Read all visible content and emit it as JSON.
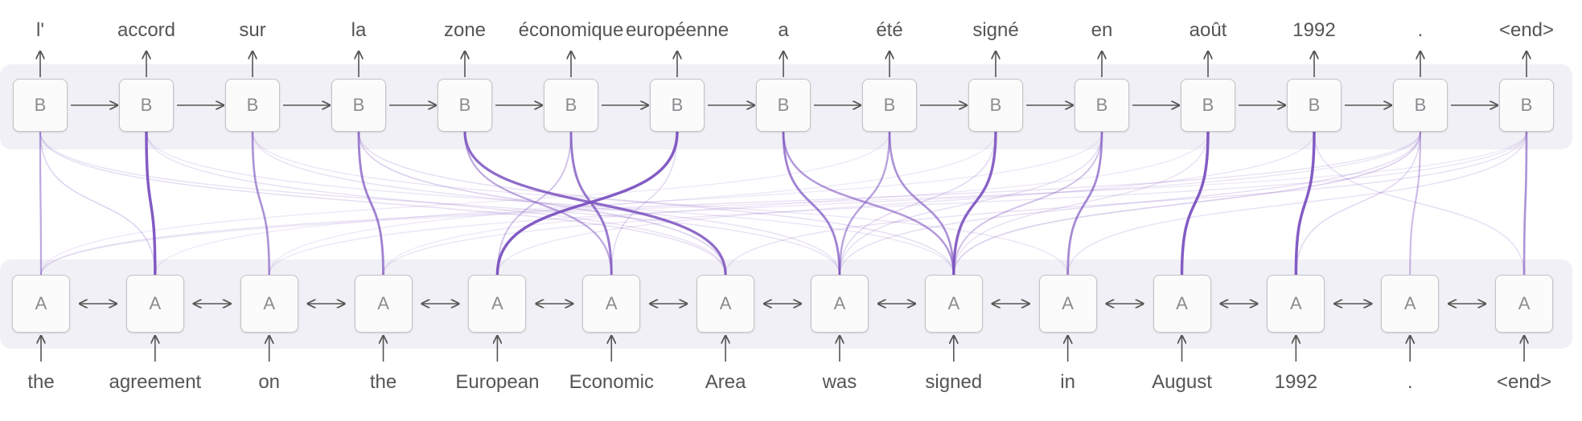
{
  "decoder": {
    "node_label": "B",
    "tokens": [
      "l'",
      "accord",
      "sur",
      "la",
      "zone",
      "économique",
      "européenne",
      "a",
      "été",
      "signé",
      "en",
      "août",
      "1992",
      ".",
      "<end>"
    ]
  },
  "encoder": {
    "node_label": "A",
    "tokens": [
      "the",
      "agreement",
      "on",
      "the",
      "European",
      "Economic",
      "Area",
      "was",
      "signed",
      "in",
      "August",
      "1992",
      ".",
      "<end>"
    ]
  },
  "colors": {
    "band": "#f1f0f6",
    "link": "#7a50bf",
    "arrow": "#555555",
    "node_border": "#c4c4c8"
  },
  "attention": [
    {
      "from": 0,
      "to": 0,
      "weight": 0.45
    },
    {
      "from": 1,
      "to": 1,
      "weight": 0.95
    },
    {
      "from": 2,
      "to": 2,
      "weight": 0.6
    },
    {
      "from": 3,
      "to": 3,
      "weight": 0.7
    },
    {
      "from": 4,
      "to": 6,
      "weight": 0.85
    },
    {
      "from": 4,
      "to": 5,
      "weight": 0.45
    },
    {
      "from": 5,
      "to": 5,
      "weight": 0.75
    },
    {
      "from": 5,
      "to": 4,
      "weight": 0.3
    },
    {
      "from": 6,
      "to": 4,
      "weight": 0.95
    },
    {
      "from": 7,
      "to": 7,
      "weight": 0.7
    },
    {
      "from": 7,
      "to": 8,
      "weight": 0.55
    },
    {
      "from": 8,
      "to": 8,
      "weight": 0.6
    },
    {
      "from": 8,
      "to": 7,
      "weight": 0.5
    },
    {
      "from": 9,
      "to": 8,
      "weight": 0.9
    },
    {
      "from": 10,
      "to": 9,
      "weight": 0.65
    },
    {
      "from": 10,
      "to": 8,
      "weight": 0.3
    },
    {
      "from": 11,
      "to": 10,
      "weight": 0.95
    },
    {
      "from": 12,
      "to": 11,
      "weight": 0.95
    },
    {
      "from": 13,
      "to": 12,
      "weight": 0.35
    },
    {
      "from": 13,
      "to": 8,
      "weight": 0.2
    },
    {
      "from": 14,
      "to": 13,
      "weight": 0.6
    },
    {
      "from": 0,
      "to": 1,
      "weight": 0.18
    },
    {
      "from": 0,
      "to": 6,
      "weight": 0.12
    },
    {
      "from": 0,
      "to": 7,
      "weight": 0.1
    },
    {
      "from": 1,
      "to": 6,
      "weight": 0.1
    },
    {
      "from": 1,
      "to": 8,
      "weight": 0.08
    },
    {
      "from": 2,
      "to": 7,
      "weight": 0.1
    },
    {
      "from": 2,
      "to": 9,
      "weight": 0.08
    },
    {
      "from": 3,
      "to": 6,
      "weight": 0.2
    },
    {
      "from": 3,
      "to": 8,
      "weight": 0.12
    },
    {
      "from": 6,
      "to": 5,
      "weight": 0.15
    },
    {
      "from": 9,
      "to": 7,
      "weight": 0.15
    },
    {
      "from": 10,
      "to": 7,
      "weight": 0.12
    },
    {
      "from": 11,
      "to": 8,
      "weight": 0.1
    },
    {
      "from": 13,
      "to": 0,
      "weight": 0.1
    },
    {
      "from": 13,
      "to": 2,
      "weight": 0.08
    },
    {
      "from": 13,
      "to": 7,
      "weight": 0.12
    },
    {
      "from": 13,
      "to": 11,
      "weight": 0.15
    },
    {
      "from": 14,
      "to": 3,
      "weight": 0.08
    },
    {
      "from": 14,
      "to": 6,
      "weight": 0.1
    },
    {
      "from": 14,
      "to": 9,
      "weight": 0.1
    },
    {
      "from": 12,
      "to": 4,
      "weight": 0.08
    },
    {
      "from": 12,
      "to": 13,
      "weight": 0.12
    },
    {
      "from": 10,
      "to": 1,
      "weight": 0.06
    },
    {
      "from": 9,
      "to": 2,
      "weight": 0.06
    },
    {
      "from": 8,
      "to": 0,
      "weight": 0.06
    },
    {
      "from": 11,
      "to": 3,
      "weight": 0.06
    },
    {
      "from": 14,
      "to": 0,
      "weight": 0.06
    }
  ]
}
